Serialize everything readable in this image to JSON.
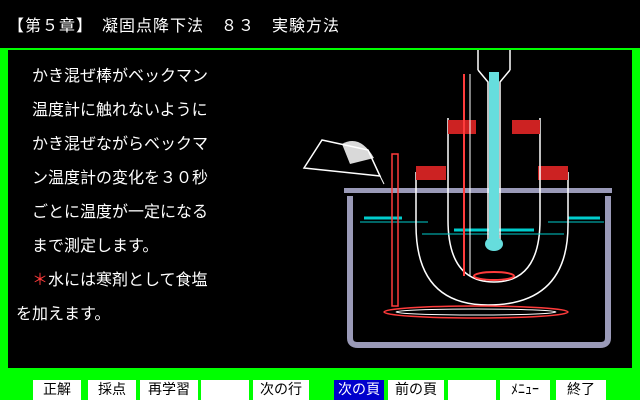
{
  "header": {
    "title": "【第５章】　凝固点降下法　８３　実験方法"
  },
  "body": {
    "lines": [
      "かき混ぜ棒がベックマン",
      "温度計に触れないように",
      "かき混ぜながらベックマ",
      "ン温度計の変化を３０秒",
      "ごとに温度が一定になる",
      "まで測定します。",
      "水には寒剤として食塩",
      "を加えます。"
    ],
    "note_marker": "＊"
  },
  "footer": {
    "buttons": [
      {
        "label": "正解"
      },
      {
        "label": "採点"
      },
      {
        "label": "再学習"
      },
      {
        "label": ""
      },
      {
        "label": "次の行"
      },
      {
        "label": "次の頁"
      },
      {
        "label": "前の頁"
      },
      {
        "label": ""
      },
      {
        "label": "ﾒﾆｭｰ"
      },
      {
        "label": "終了"
      }
    ],
    "active_label": "次の頁"
  },
  "colors": {
    "frame": "#00ff00",
    "background": "#000000",
    "text": "#ffffff",
    "accent_red": "#ff3b3b",
    "water": "#00cccc",
    "vessel": "#9a9ab8",
    "active_button": "#0000cc"
  }
}
